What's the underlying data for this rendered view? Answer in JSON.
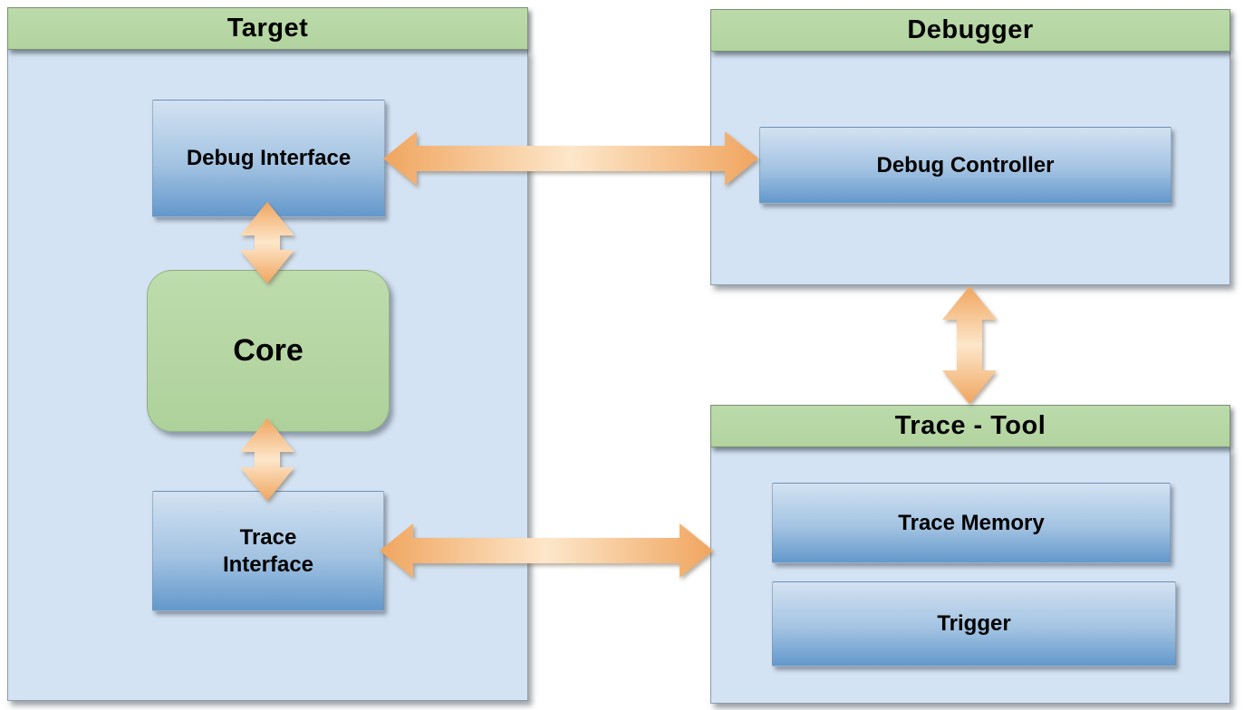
{
  "containers": {
    "target": {
      "title": "Target"
    },
    "debugger": {
      "title": "Debugger"
    },
    "trace_tool": {
      "title": "Trace - Tool"
    }
  },
  "nodes": {
    "debug_interface": {
      "label": "Debug Interface"
    },
    "core": {
      "label": "Core"
    },
    "trace_interface": {
      "label": "Trace\nInterface"
    },
    "debug_controller": {
      "label": "Debug Controller"
    },
    "trace_memory": {
      "label": "Trace Memory"
    },
    "trigger": {
      "label": "Trigger"
    }
  },
  "connections": [
    {
      "from": "Debug Interface",
      "to": "Debug Controller",
      "direction": "bidirectional"
    },
    {
      "from": "Debug Interface",
      "to": "Core",
      "direction": "bidirectional"
    },
    {
      "from": "Core",
      "to": "Trace Interface",
      "direction": "bidirectional"
    },
    {
      "from": "Trace Interface",
      "to": "Trace - Tool",
      "direction": "bidirectional"
    },
    {
      "from": "Debugger",
      "to": "Trace - Tool",
      "direction": "bidirectional"
    }
  ],
  "colors": {
    "header_green": "#b2d49f",
    "core_green": "#b4d6a3",
    "body_blue": "#d4e3f3",
    "node_blue_top": "#d3e2f2",
    "node_blue_bottom": "#6398cb",
    "arrow_orange": "#f0a55f",
    "arrow_orange_light": "#fde7ca",
    "text": "#000000"
  }
}
